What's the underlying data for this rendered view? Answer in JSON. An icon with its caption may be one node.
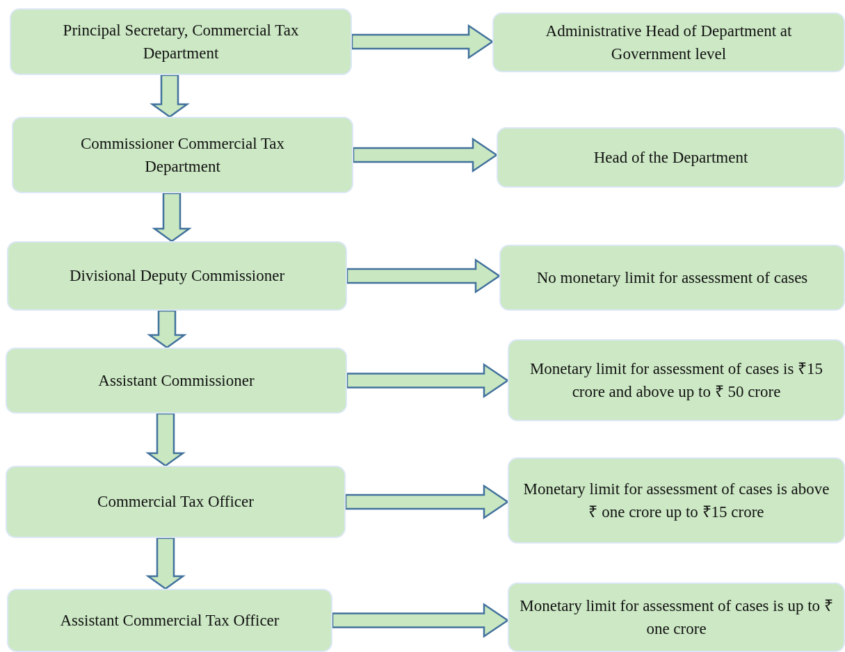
{
  "diagram": {
    "nodes": [
      {
        "text": [
          "Principal Secretary, Commercial Tax Department"
        ]
      },
      {
        "text": [
          "Administrative Head of Department at Government level"
        ]
      },
      {
        "text": [
          "Commissioner Commercial Tax Department"
        ]
      },
      {
        "text": [
          "Head of the Department"
        ]
      },
      {
        "text": [
          "Divisional Deputy Commissioner"
        ]
      },
      {
        "text": [
          "No monetary limit for assessment of cases"
        ]
      },
      {
        "text": [
          "Assistant Commissioner"
        ]
      },
      {
        "text": [
          "Monetary limit for assessment of cases is ₹15 crore and above up to ₹ 50 crore"
        ]
      },
      {
        "text": [
          "Commercial Tax Officer"
        ]
      },
      {
        "text": [
          "Monetary limit for assessment of cases is above ₹ one crore up to ₹15 crore"
        ]
      },
      {
        "text": [
          "Assistant Commercial Tax Officer"
        ]
      },
      {
        "text": [
          "Monetary limit for assessment of cases is up to ₹ one crore"
        ]
      }
    ],
    "edges": [
      {
        "from": 0,
        "to": 1,
        "arrow": "to"
      },
      {
        "from": 0,
        "to": 2,
        "arrow": "to"
      },
      {
        "from": 2,
        "to": 3,
        "arrow": "to"
      },
      {
        "from": 2,
        "to": 4,
        "arrow": "to"
      },
      {
        "from": 4,
        "to": 5,
        "arrow": "to"
      },
      {
        "from": 4,
        "to": 6,
        "arrow": "to"
      },
      {
        "from": 6,
        "to": 7,
        "arrow": "to"
      },
      {
        "from": 6,
        "to": 8,
        "arrow": "to"
      },
      {
        "from": 8,
        "to": 9,
        "arrow": "to"
      },
      {
        "from": 8,
        "to": 10,
        "arrow": "to"
      },
      {
        "from": 10,
        "to": 11,
        "arrow": "to"
      }
    ]
  }
}
